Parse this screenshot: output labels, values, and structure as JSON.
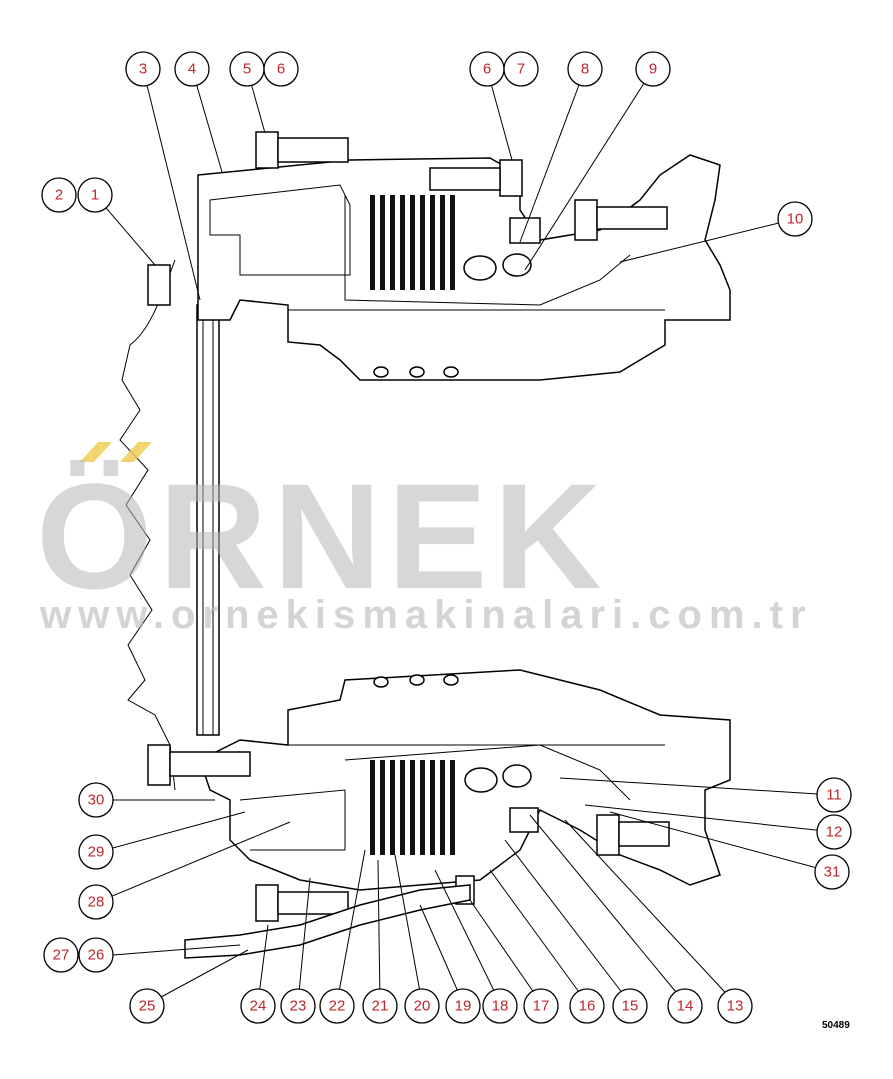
{
  "diagram": {
    "drawing_number": "50489",
    "watermark": {
      "brand": "ÖRNEK",
      "url": "www.ornekismakinalari.com.tr",
      "accent_color": "#f0cc55",
      "text_color": "#b8b8bd"
    },
    "callout_color": "#c0262b",
    "callouts": [
      {
        "label": "1"
      },
      {
        "label": "2"
      },
      {
        "label": "3"
      },
      {
        "label": "4"
      },
      {
        "label": "5"
      },
      {
        "label": "6"
      },
      {
        "label": "6"
      },
      {
        "label": "7"
      },
      {
        "label": "8"
      },
      {
        "label": "9"
      },
      {
        "label": "10"
      },
      {
        "label": "11"
      },
      {
        "label": "12"
      },
      {
        "label": "31"
      },
      {
        "label": "13"
      },
      {
        "label": "14"
      },
      {
        "label": "15"
      },
      {
        "label": "16"
      },
      {
        "label": "17"
      },
      {
        "label": "18"
      },
      {
        "label": "19"
      },
      {
        "label": "20"
      },
      {
        "label": "21"
      },
      {
        "label": "22"
      },
      {
        "label": "23"
      },
      {
        "label": "24"
      },
      {
        "label": "25"
      },
      {
        "label": "26"
      },
      {
        "label": "27"
      },
      {
        "label": "28"
      },
      {
        "label": "29"
      },
      {
        "label": "30"
      }
    ]
  }
}
